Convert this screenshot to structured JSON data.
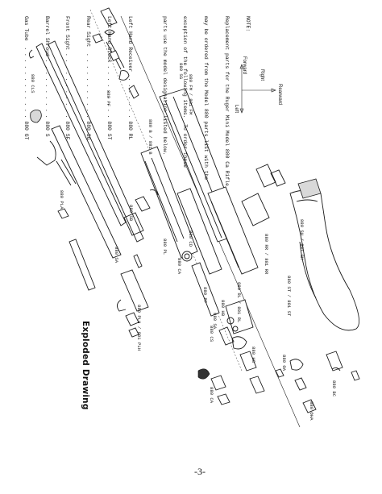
{
  "note": {
    "lines": [
      "NOTE:",
      "Replacement parts for the Ruger Mini Model 880 Ca Rifle",
      "may be ordered from the Model 880 parts list with the",
      "exception of the following items.  To order these",
      "parts use the model designation listed below.",
      "",
      "Left Hand Receiver  . . . . . . . 880 RL",
      "Left Hand Stock . . . . . . . . . 880 ST",
      "Rear Sight  . . . . . . . . . . . 880 SG",
      "Front Sight . . . . . . . . . . . 880 SF",
      "Barrel Shroud . . . . . . . . . . 880 S",
      "Gas Tube  . . . . . . . . . . . . 880 GT"
    ]
  },
  "compass": {
    "forward": "Forward",
    "rearward": "Rearward",
    "right": "Right",
    "left": "Left"
  },
  "part_labels": [
    "880 CLS",
    "880 PF",
    "880 B / 881 B",
    "880 FM / 881 FM",
    "880 PLA",
    "880 SB",
    "880 PL",
    "880 SA",
    "880 PLH / 881 PLH",
    "880 CD",
    "880 CA",
    "880 RR / 881 RR",
    "880 ST / 881 ST",
    "880 SH / 881 SH",
    "880 PF",
    "880 RL / 881 RL",
    "880 HB",
    "880 SA",
    "880 CS",
    "880 CA",
    "880 HS",
    "880 OA",
    "880 BC",
    "880 OHA",
    "880 SG"
  ],
  "title": "Exploded Drawing",
  "page_number": "-3-"
}
